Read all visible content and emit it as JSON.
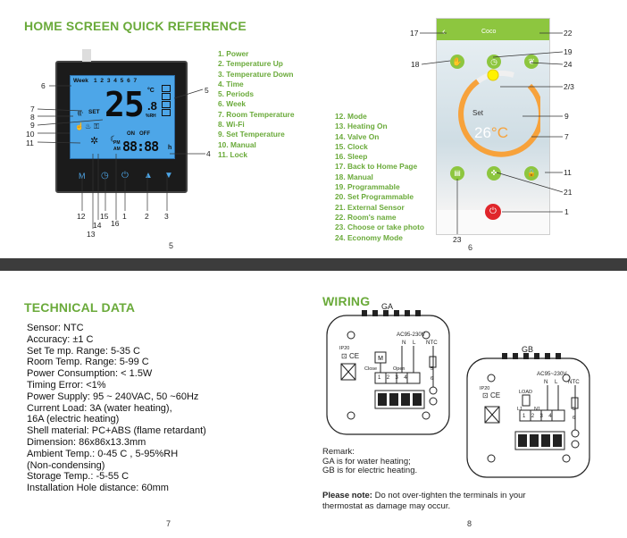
{
  "page1": {
    "title": "HOME SCREEN QUICK REFERENCE",
    "legend": [
      "1. Power",
      "2. Temperature Up",
      "3. Temperature Down",
      "4. Time",
      "5. Periods",
      "6. Week",
      "7. Room Temperature",
      "8. Wi-Fi",
      "9. Set Temperature",
      "10. Manual",
      "11. Lock"
    ],
    "page_number": "5",
    "display": {
      "week_label": "Week",
      "days": "1 2 3 4 5 6 7",
      "set_label": "SET",
      "temp": "25",
      "decimal": ".8",
      "unit_c": "°C",
      "unit_rh": "%RH",
      "on_label": "ON",
      "off_label": "OFF",
      "pm_label": "PM",
      "am_label": "AM",
      "time": "88:88",
      "hour_suffix": "h"
    },
    "callouts": {
      "c1": "1",
      "c2": "2",
      "c3": "3",
      "c4": "4",
      "c5": "5",
      "c6": "6",
      "c7": "7",
      "c8": "8",
      "c9": "9",
      "c10": "10",
      "c11": "11",
      "c12": "12",
      "c13": "13",
      "c14": "14",
      "c15": "15",
      "c16": "16"
    }
  },
  "page2": {
    "legend": [
      "12. Mode",
      "13. Heating On",
      "14. Valve On",
      "15. Clock",
      "16. Sleep",
      "17. Back to Home Page",
      "18. Manual",
      "19. Programmable",
      "20. Set Programmable",
      "21. External Sensor",
      "22. Room's name",
      "23. Choose or take photo",
      "24. Economy Mode"
    ],
    "page_number": "6",
    "app": {
      "room_name": "Coco",
      "set_label": "Set",
      "temp": "26",
      "unit": "°C"
    },
    "callouts": {
      "c1": "1",
      "c7": "7",
      "c9": "9",
      "c11": "11",
      "c17": "17",
      "c18": "18",
      "c19": "19",
      "c21": "21",
      "c22": "22",
      "c23": "23",
      "c24": "24",
      "c23b": "2/3"
    }
  },
  "page3": {
    "title": "TECHNICAL DATA",
    "lines": [
      "Sensor:  NTC",
      "Accuracy:  ±1 C",
      "Set Te mp. Range:  5-35 C",
      "Room Temp. Range:  5-99 C",
      "Power Consumption:  < 1.5W",
      "Timing Error:  <1%",
      "Power Supply:  95 ~ 240VAC, 50 ~60Hz",
      "Current Load:  3A  (water heating),",
      "16A   (electric heating)",
      "Shell material:  PC+ABS (flame retardant)",
      "Dimension:  86x86x13.3mm",
      "Ambient Temp.:  0-45 C ,  5-95%RH",
      "  (Non-condensing)",
      "Storage Temp.:  -5-55 C",
      "Installation Hole distance: 60mm"
    ],
    "page_number": "7"
  },
  "page4": {
    "title": "WIRING",
    "ga": {
      "label": "GA",
      "ac": "AC95-230V",
      "n": "N",
      "l": "L",
      "ntc": "NTC",
      "ip": "IP20",
      "ce": "CE",
      "close": "Close",
      "open": "Open",
      "terminals": [
        "1",
        "2",
        "3",
        "4"
      ],
      "ntc_terminals": [
        "5",
        "6"
      ]
    },
    "gb": {
      "label": "GB",
      "ac": "AC95~230V",
      "n": "N",
      "l": "L",
      "ntc": "NTC",
      "ip": "IP20",
      "ce": "CE",
      "load": "LOAD",
      "l1": "L1",
      "n1": "N1",
      "terminals": [
        "1",
        "2",
        "3",
        "4"
      ],
      "ntc_terminals": [
        "5",
        "6"
      ]
    },
    "remark_title": "Remark:",
    "remark_lines": [
      "GA is for water heating;",
      "GB is for electric heating."
    ],
    "note_bold": "Please note:",
    "note_text": " Do not over-tighten the terminals in your",
    "note_text2": "thermostat as damage may occur.",
    "page_number": "8"
  },
  "colors": {
    "accent_green": "#6aaa3a",
    "lcd_blue": "#4da6e8",
    "app_green": "#8dc63f",
    "app_orange": "#f7a23b",
    "power_red": "#e0262b"
  }
}
